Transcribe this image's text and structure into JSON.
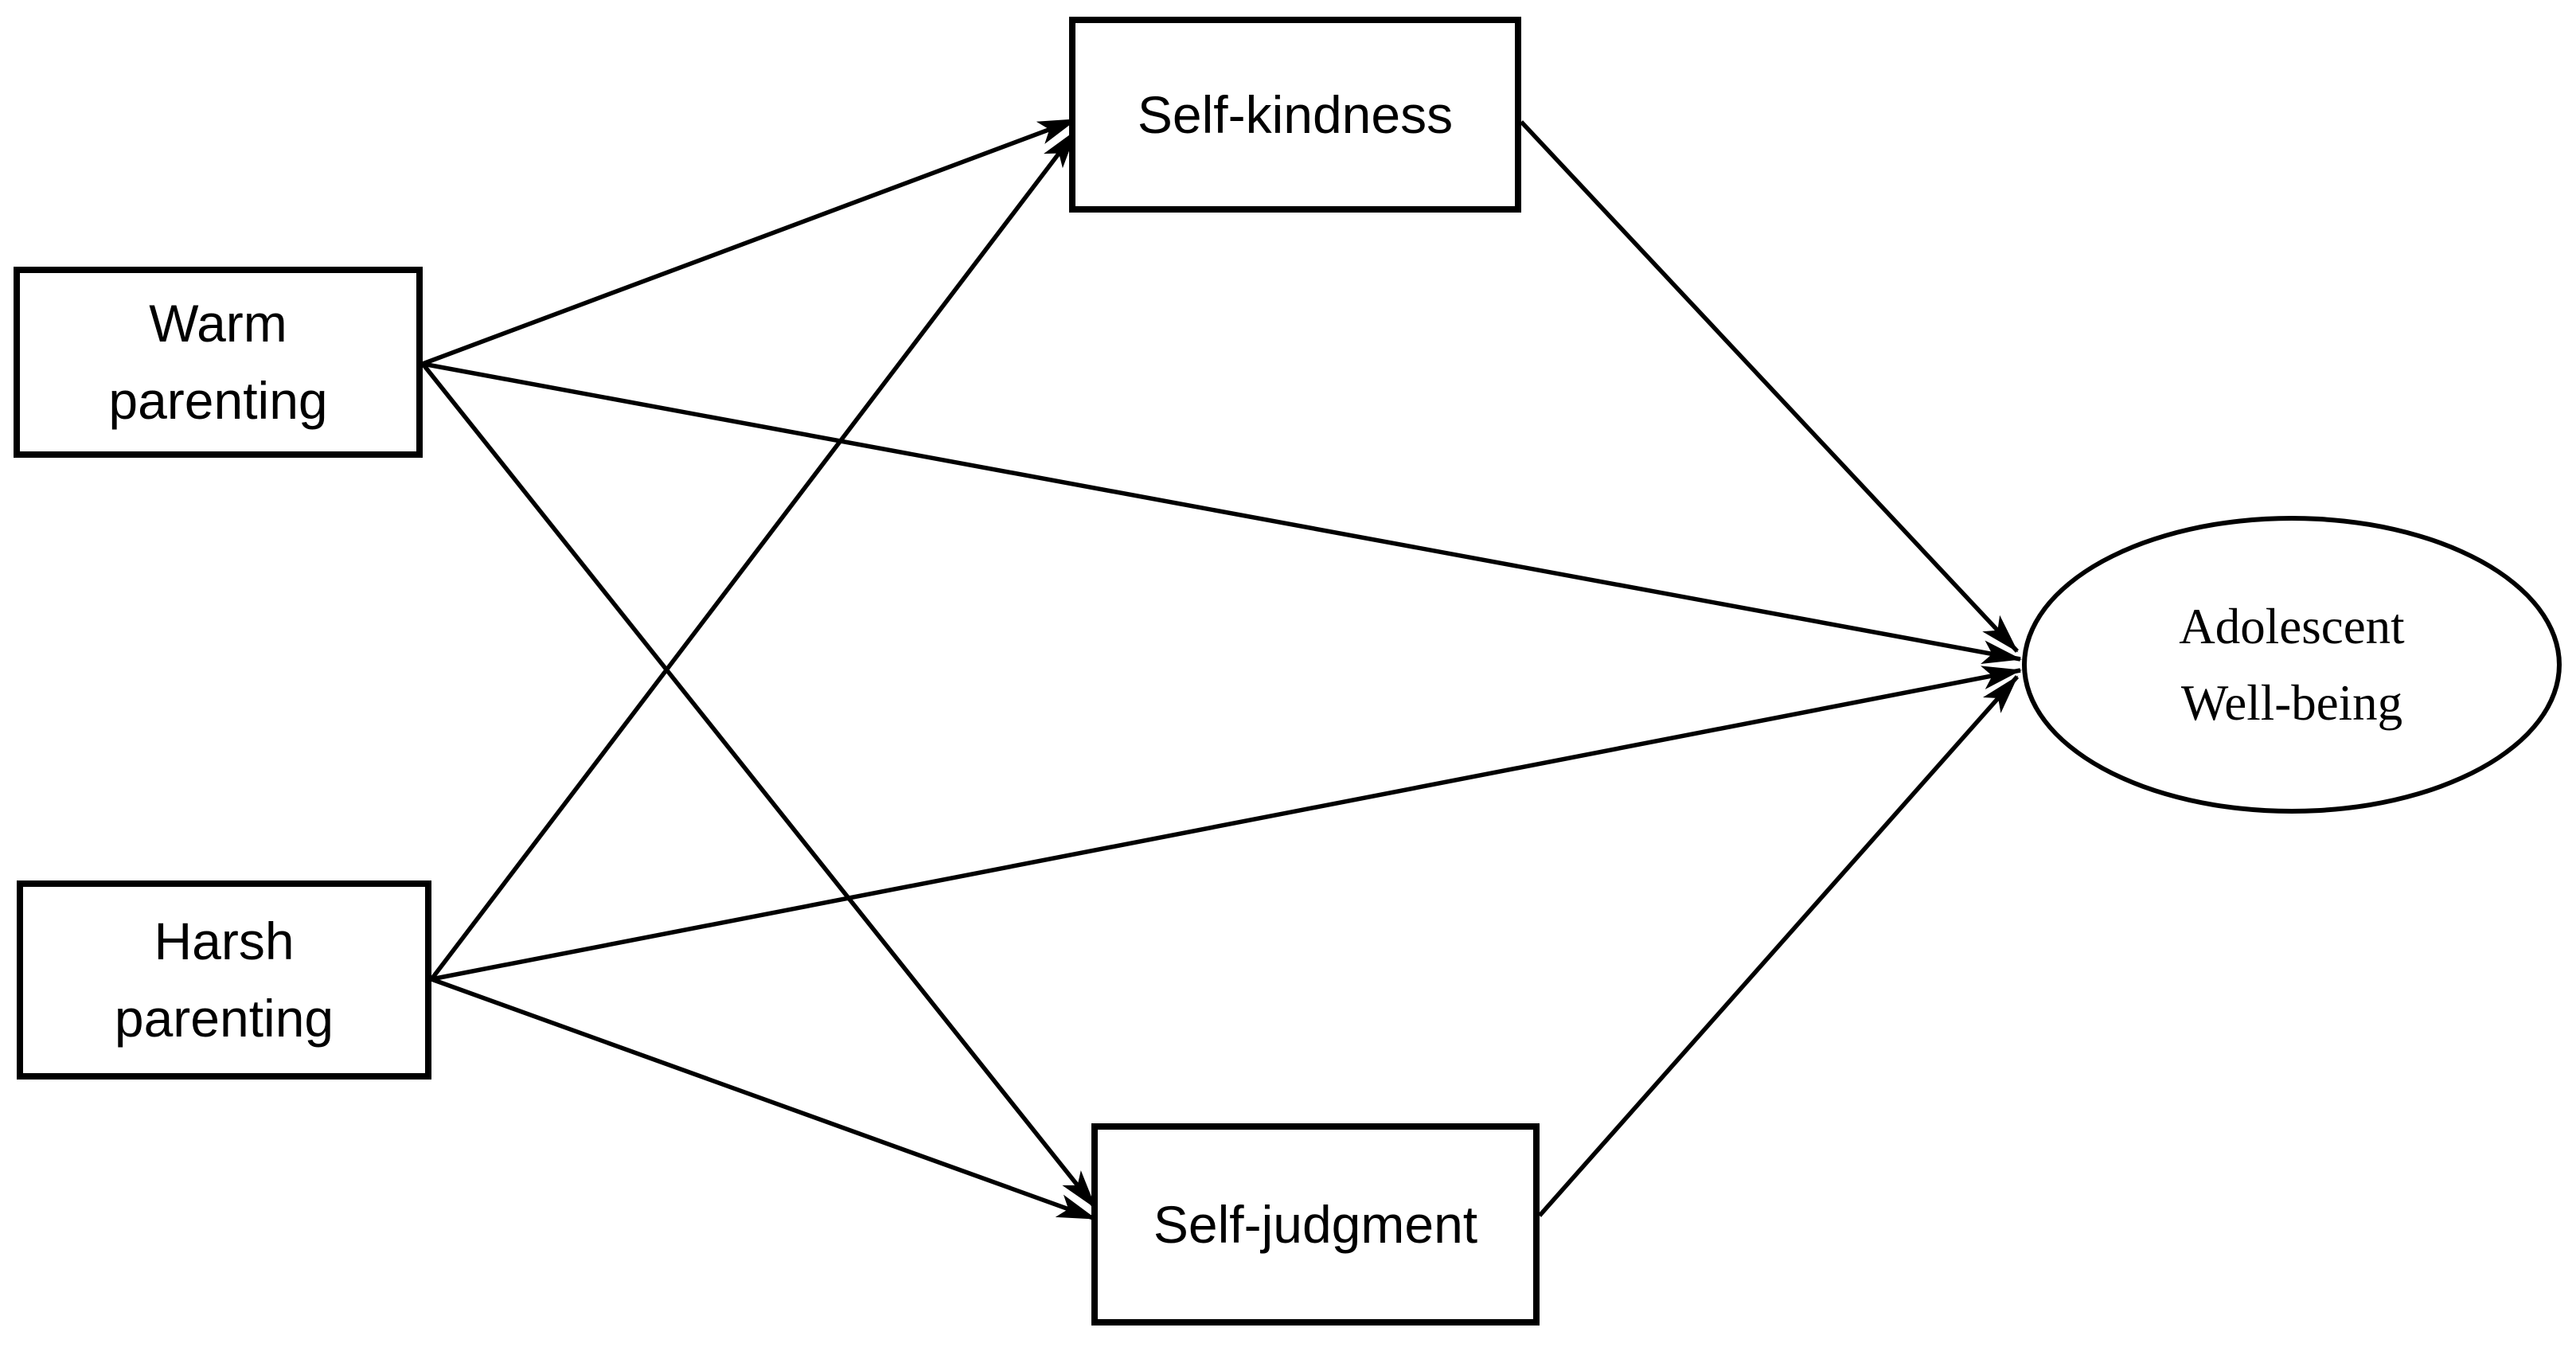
{
  "diagram": {
    "background_color": "#ffffff",
    "stroke_color": "#000000",
    "nodes": {
      "warm_parenting": {
        "label": "Warm parenting",
        "lines": [
          "Warm",
          "parenting"
        ],
        "shape": "rectangle"
      },
      "harsh_parenting": {
        "label": "Harsh parenting",
        "lines": [
          "Harsh",
          "parenting"
        ],
        "shape": "rectangle"
      },
      "self_kindness": {
        "label": "Self-kindness",
        "lines": [
          "Self-kindness"
        ],
        "shape": "rectangle"
      },
      "self_judgment": {
        "label": "Self-judgment",
        "lines": [
          "Self-judgment"
        ],
        "shape": "rectangle"
      },
      "adolescent_well_being": {
        "label": "Adolescent Well-being",
        "lines": [
          "Adolescent",
          "Well-being"
        ],
        "shape": "ellipse"
      }
    },
    "edges": [
      {
        "from": "warm_parenting",
        "to": "self_kindness"
      },
      {
        "from": "warm_parenting",
        "to": "adolescent_well_being"
      },
      {
        "from": "warm_parenting",
        "to": "self_judgment"
      },
      {
        "from": "harsh_parenting",
        "to": "self_kindness"
      },
      {
        "from": "harsh_parenting",
        "to": "adolescent_well_being"
      },
      {
        "from": "harsh_parenting",
        "to": "self_judgment"
      },
      {
        "from": "self_kindness",
        "to": "adolescent_well_being"
      },
      {
        "from": "self_judgment",
        "to": "adolescent_well_being"
      }
    ]
  }
}
